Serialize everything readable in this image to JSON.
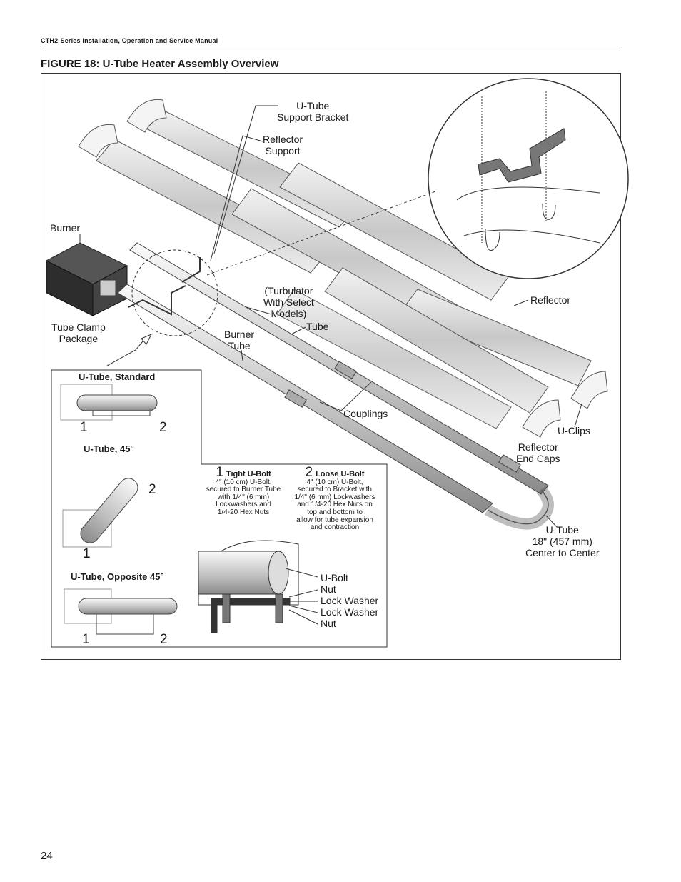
{
  "header": {
    "title": "CTH2-Series Installation, Operation and Service Manual"
  },
  "figure": {
    "title": "FIGURE 18: U-Tube Heater Assembly Overview"
  },
  "labels": {
    "bracket": [
      "U-Tube",
      "Support Bracket"
    ],
    "refl_support": [
      "Reflector",
      "Support"
    ],
    "burner": "Burner",
    "turbulator": [
      "(Turbulator",
      "With Select",
      "Models)"
    ],
    "reflector": "Reflector",
    "tube_clamp": [
      "Tube Clamp",
      "Package"
    ],
    "tube": "Tube",
    "burner_tube": [
      "Burner",
      "Tube"
    ],
    "couplings": "Couplings",
    "uclips": "U-Clips",
    "end_caps": [
      "Reflector",
      "End Caps"
    ],
    "utube": [
      "U-Tube",
      "18\" (457 mm)",
      "Center to Center"
    ]
  },
  "inset": {
    "standard": "U-Tube, Standard",
    "deg45": "U-Tube, 45°",
    "opp45": "U-Tube, Opposite 45°",
    "n1": "1",
    "n2": "2",
    "tight": {
      "num": "1",
      "title": "Tight U-Bolt",
      "lines": [
        "4\" (10 cm) U-Bolt,",
        "secured to Burner Tube",
        "with 1/4\" (6 mm)",
        "Lockwashers and",
        "1/4-20 Hex Nuts"
      ]
    },
    "loose": {
      "num": "2",
      "title": "Loose U-Bolt",
      "lines": [
        "4\" (10 cm) U-Bolt,",
        "secured to Bracket with",
        "1/4\" (6 mm) Lockwashers",
        "and 1/4-20 Hex Nuts on",
        "top and bottom to",
        "allow for tube expansion",
        "and contraction"
      ]
    },
    "hardware": [
      "U-Bolt",
      "Nut",
      "Lock Washer",
      "Lock Washer",
      "Nut"
    ]
  },
  "page": {
    "number": "24"
  }
}
